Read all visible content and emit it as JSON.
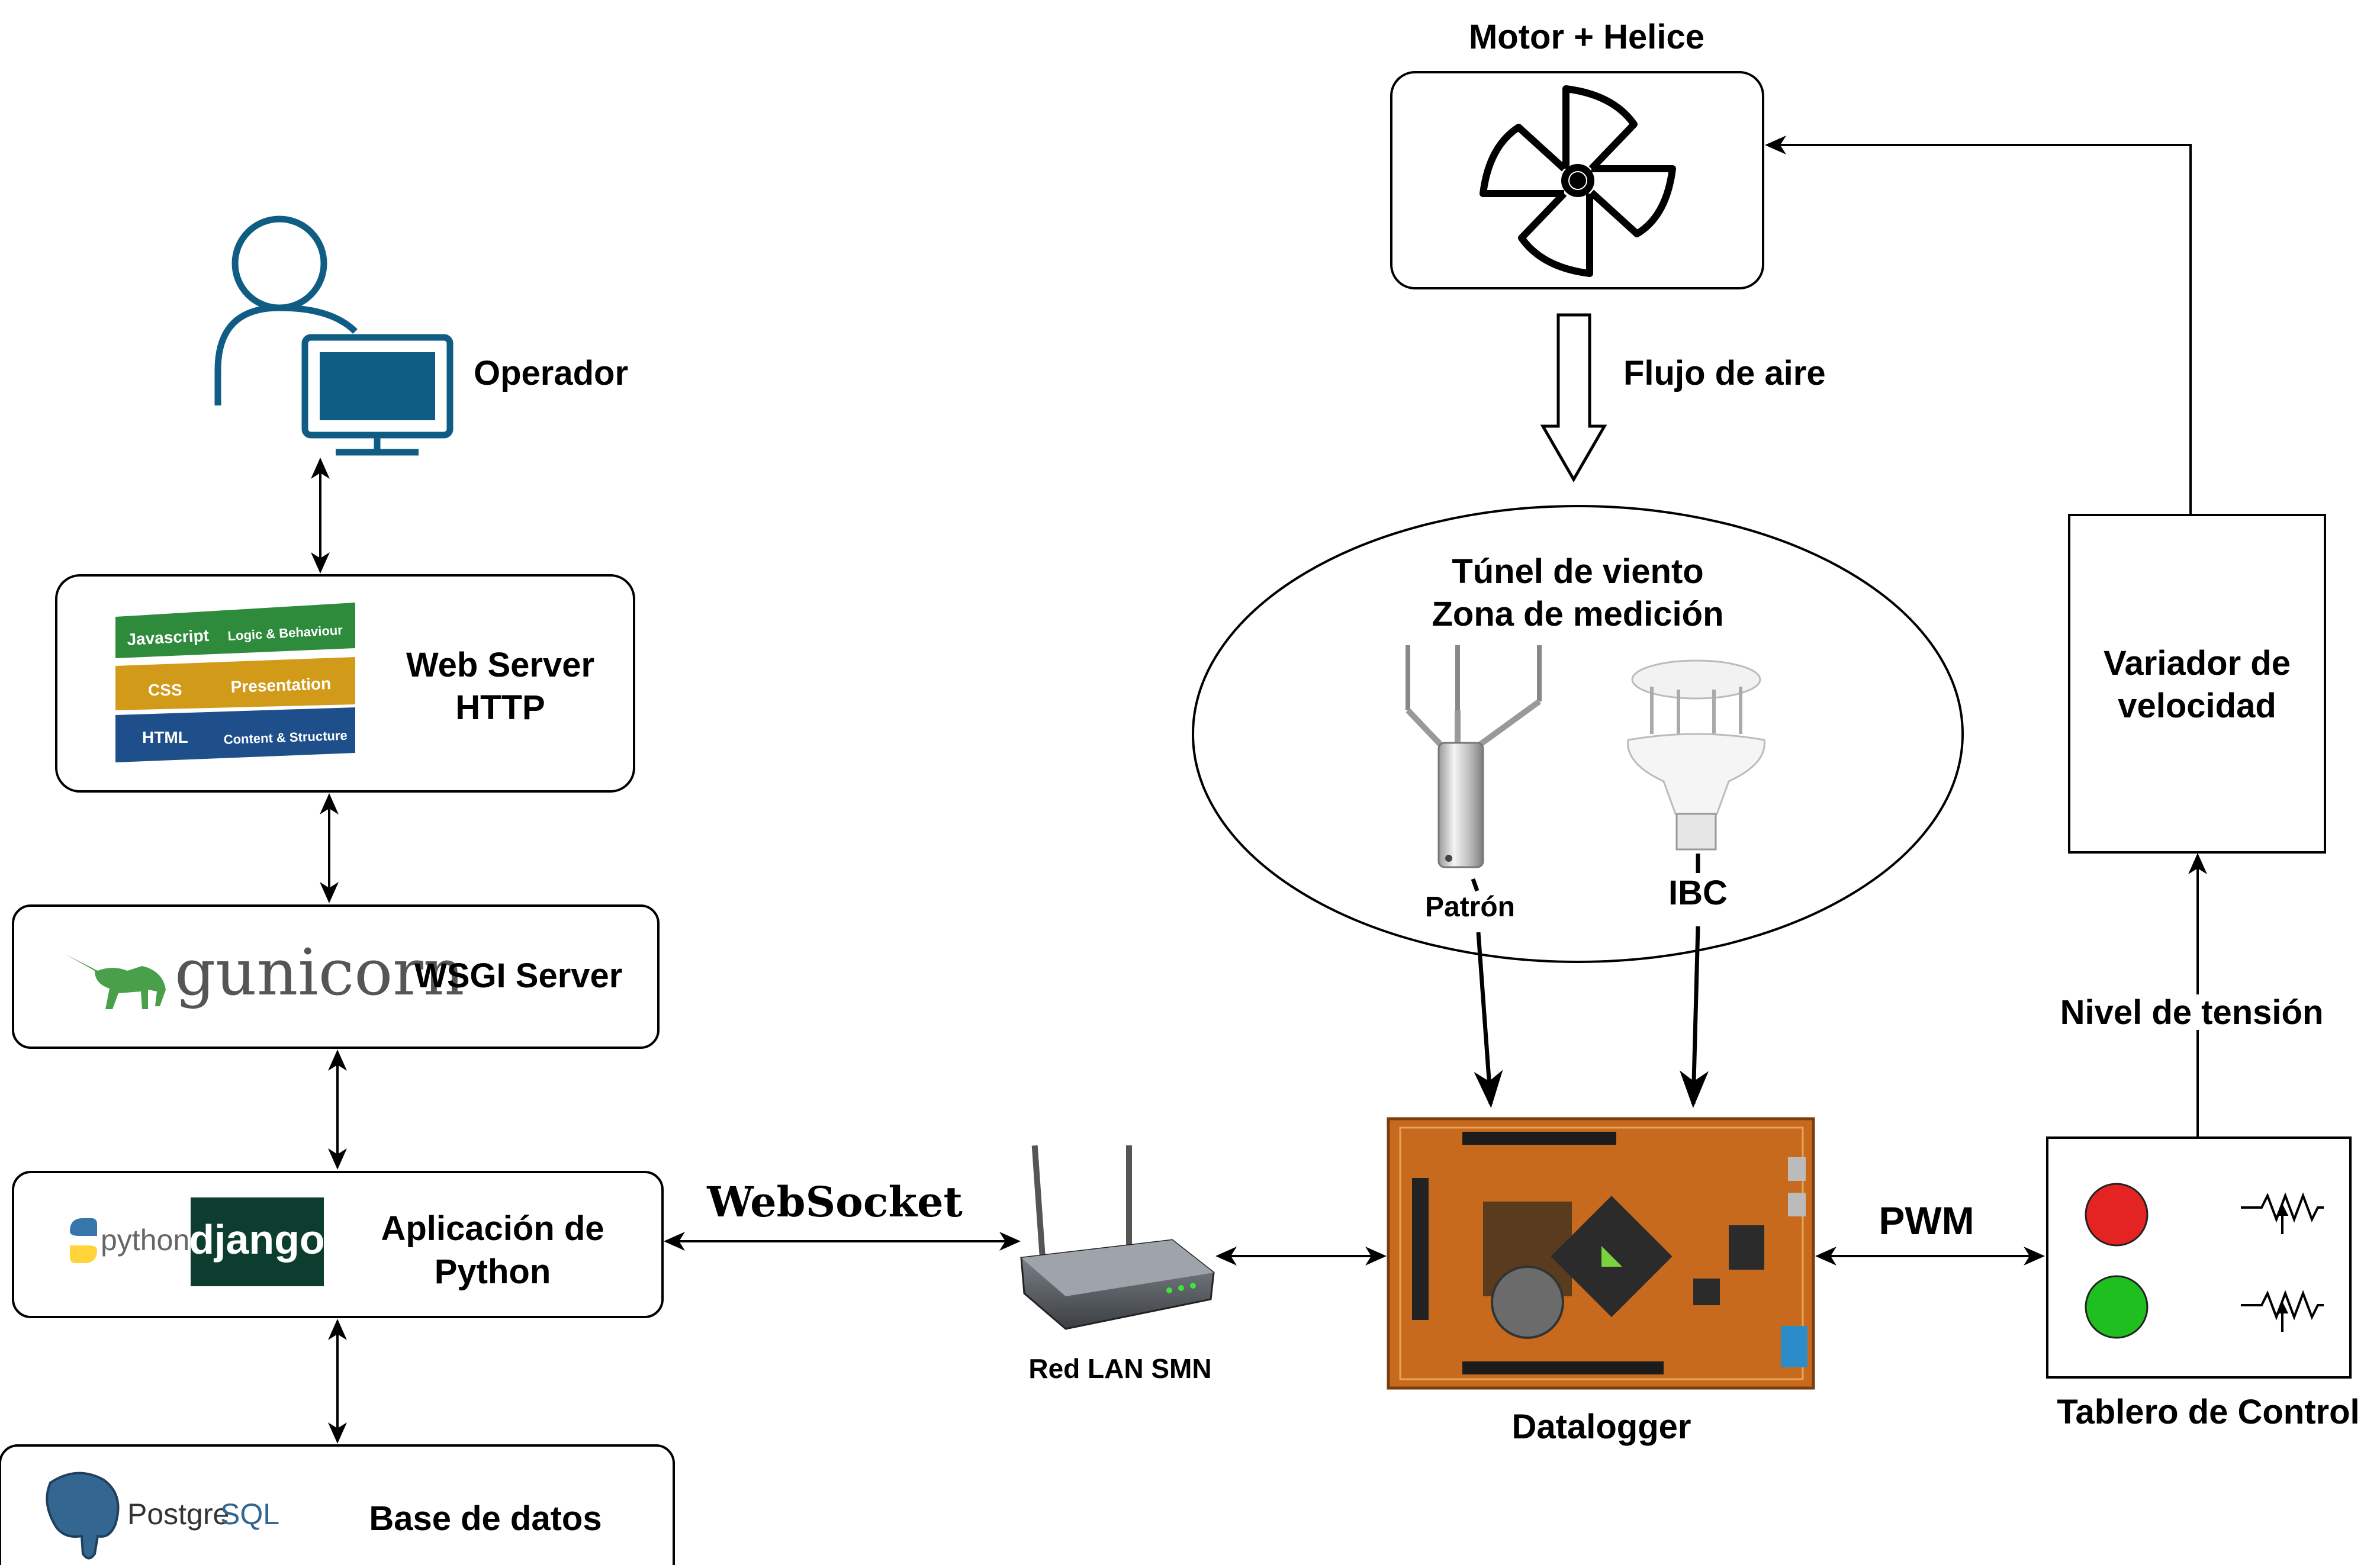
{
  "colors": {
    "operator_blue": "#0f5d84",
    "js_green": "#2e8b3c",
    "css_gold": "#d19a18",
    "html_blue": "#1f4f8a",
    "gunicorn_green": "#4aa04a",
    "django_green": "#0c3d2e",
    "postgres_blue": "#336791",
    "pcb_orange": "#c86a1e",
    "led_red": "#e42323",
    "led_green": "#1fbf1f"
  },
  "left_stack": {
    "operator": {
      "label": "Operador",
      "icon": "user-computer-icon"
    },
    "web_server": {
      "title_line1": "Web Server",
      "title_line2": "HTTP",
      "layers": [
        {
          "name": "Javascript",
          "desc": "Logic & Behaviour"
        },
        {
          "name": "CSS",
          "desc": "Presentation"
        },
        {
          "name": "HTML",
          "desc": "Content & Structure"
        }
      ]
    },
    "wsgi": {
      "logo_text": "gunicorn",
      "label": "WSGI Server"
    },
    "app": {
      "python_logo_text": "python",
      "django_logo_text": "django",
      "label_line1": "Aplicación de",
      "label_line2": "Python"
    },
    "db": {
      "logo_text_a": "Postgre",
      "logo_text_b": "SQL",
      "label": "Base de datos"
    }
  },
  "links": {
    "websocket": "WebSocket",
    "pwm": "PWM",
    "flujo": "Flujo de aire",
    "nivel": "Nivel de tensión"
  },
  "network": {
    "router_label": "Red LAN SMN",
    "icon": "router-icon"
  },
  "motor": {
    "title": "Motor + Helice",
    "icon": "fan-icon"
  },
  "tunnel": {
    "title_line1": "Túnel de viento",
    "title_line2": "Zona de medición",
    "sensor_a": "Patrón",
    "sensor_b": "IBC"
  },
  "datalogger": {
    "label": "Datalogger"
  },
  "variador": {
    "line1": "Variador de",
    "line2": "velocidad"
  },
  "tablero": {
    "label": "Tablero de Control"
  }
}
